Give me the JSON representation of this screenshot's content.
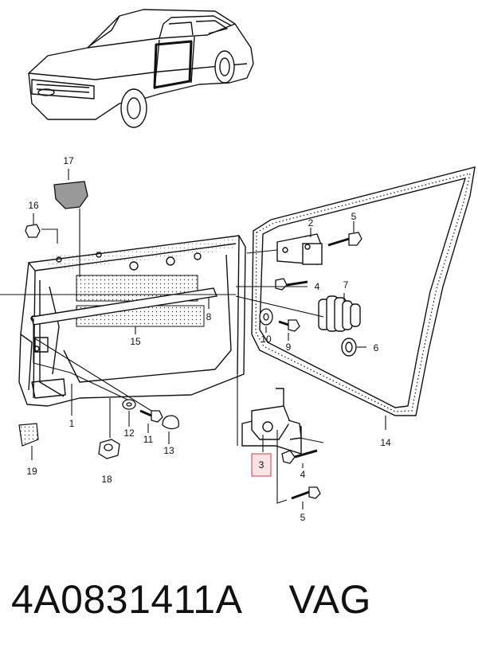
{
  "callouts": {
    "c1": "1",
    "c2": "2",
    "c3": "3",
    "c4a": "4",
    "c4b": "4",
    "c5a": "5",
    "c5b": "5",
    "c6": "6",
    "c7": "7",
    "c8": "8",
    "c9": "9",
    "c10": "10",
    "c11": "11",
    "c12": "12",
    "c13": "13",
    "c14": "14",
    "c15": "15",
    "c16": "16",
    "c17": "17",
    "c18": "18",
    "c19": "19"
  },
  "highlight_color": "#e06070",
  "footer": {
    "part_number": "4A0831411A",
    "brand": "VAG"
  }
}
